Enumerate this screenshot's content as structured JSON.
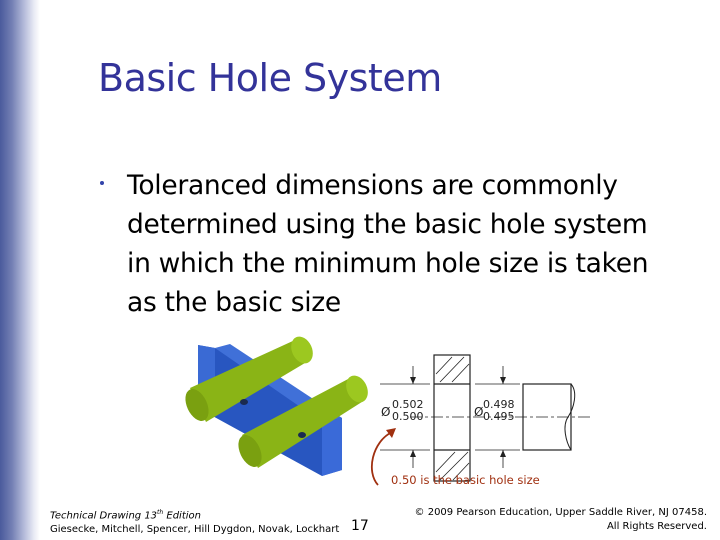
{
  "slide": {
    "title": "Basic Hole System",
    "bullets": [
      {
        "lines": [
          "Toleranced dimensions are commonly",
          "determined using the basic hole system",
          "in which the minimum hole size is taken",
          "as the basic size"
        ]
      }
    ],
    "figure": {
      "hole_dim_upper": "0.502",
      "hole_dim_lower": "0.500",
      "shaft_dim_upper": "0.498",
      "shaft_dim_lower": "0.495",
      "diameter_symbol": "Ø",
      "annotation": "0.50 is the basic hole size",
      "annotation_color": "#a03010",
      "block_color": "#2c5cc4",
      "shaft_color": "#8cb814"
    },
    "footer": {
      "book_title": "Technical Drawing  13",
      "book_title_sup": "th",
      "book_title_suffix": " Edition",
      "authors": "Giesecke, Mitchell, Spencer, Hill Dygdon, Novak, Lockhart",
      "page_number": "17",
      "copyright_line1": "© 2009 Pearson Education, Upper Saddle River, NJ 07458.",
      "copyright_line2": "All Rights Reserved."
    },
    "colors": {
      "title": "#333399",
      "sidebar_gradient_start": "#4a5a9c"
    }
  }
}
